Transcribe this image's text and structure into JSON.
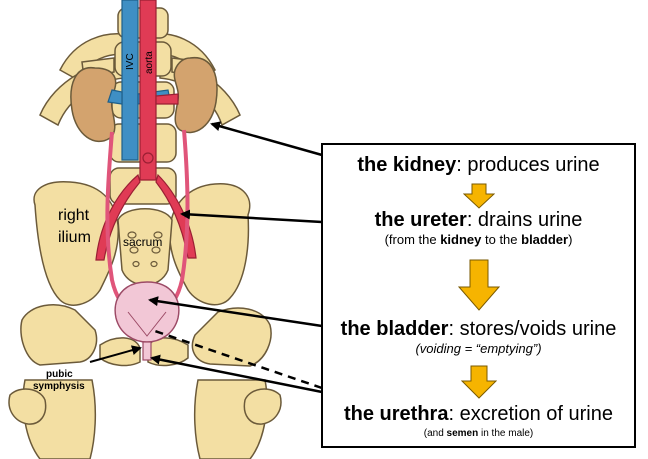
{
  "anatomy_labels": {
    "ivc": "IVC",
    "aorta": "aorta",
    "right_ilium_line1": "right",
    "right_ilium_line2": "ilium",
    "sacrum": "sacrum",
    "pubic_line1": "pubic",
    "pubic_line2": "symphysis"
  },
  "steps": [
    {
      "bold": "the kidney",
      "rest": ": produces urine"
    },
    {
      "bold": "the ureter",
      "rest": ": drains urine",
      "sub_pre": "(from the ",
      "sub_b1": "kidney",
      "sub_mid": " to the ",
      "sub_b2": "bladder",
      "sub_post": ")"
    },
    {
      "bold": "the bladder",
      "rest": ": stores/voids urine",
      "sub": "(voiding = “emptying”)"
    },
    {
      "bold": "the urethra",
      "rest": ": excretion of urine",
      "sub_pre": "(and ",
      "sub_b1": "semen",
      "sub_post": " in the male)"
    }
  ],
  "colors": {
    "bone": "#f3dfa3",
    "bone_outline": "#6b5a3a",
    "kidney": "#d3a36e",
    "ivc": "#3f8fc4",
    "aorta": "#e03b55",
    "bladder": "#f2c7d6",
    "arrow_orange": "#f6b400"
  }
}
